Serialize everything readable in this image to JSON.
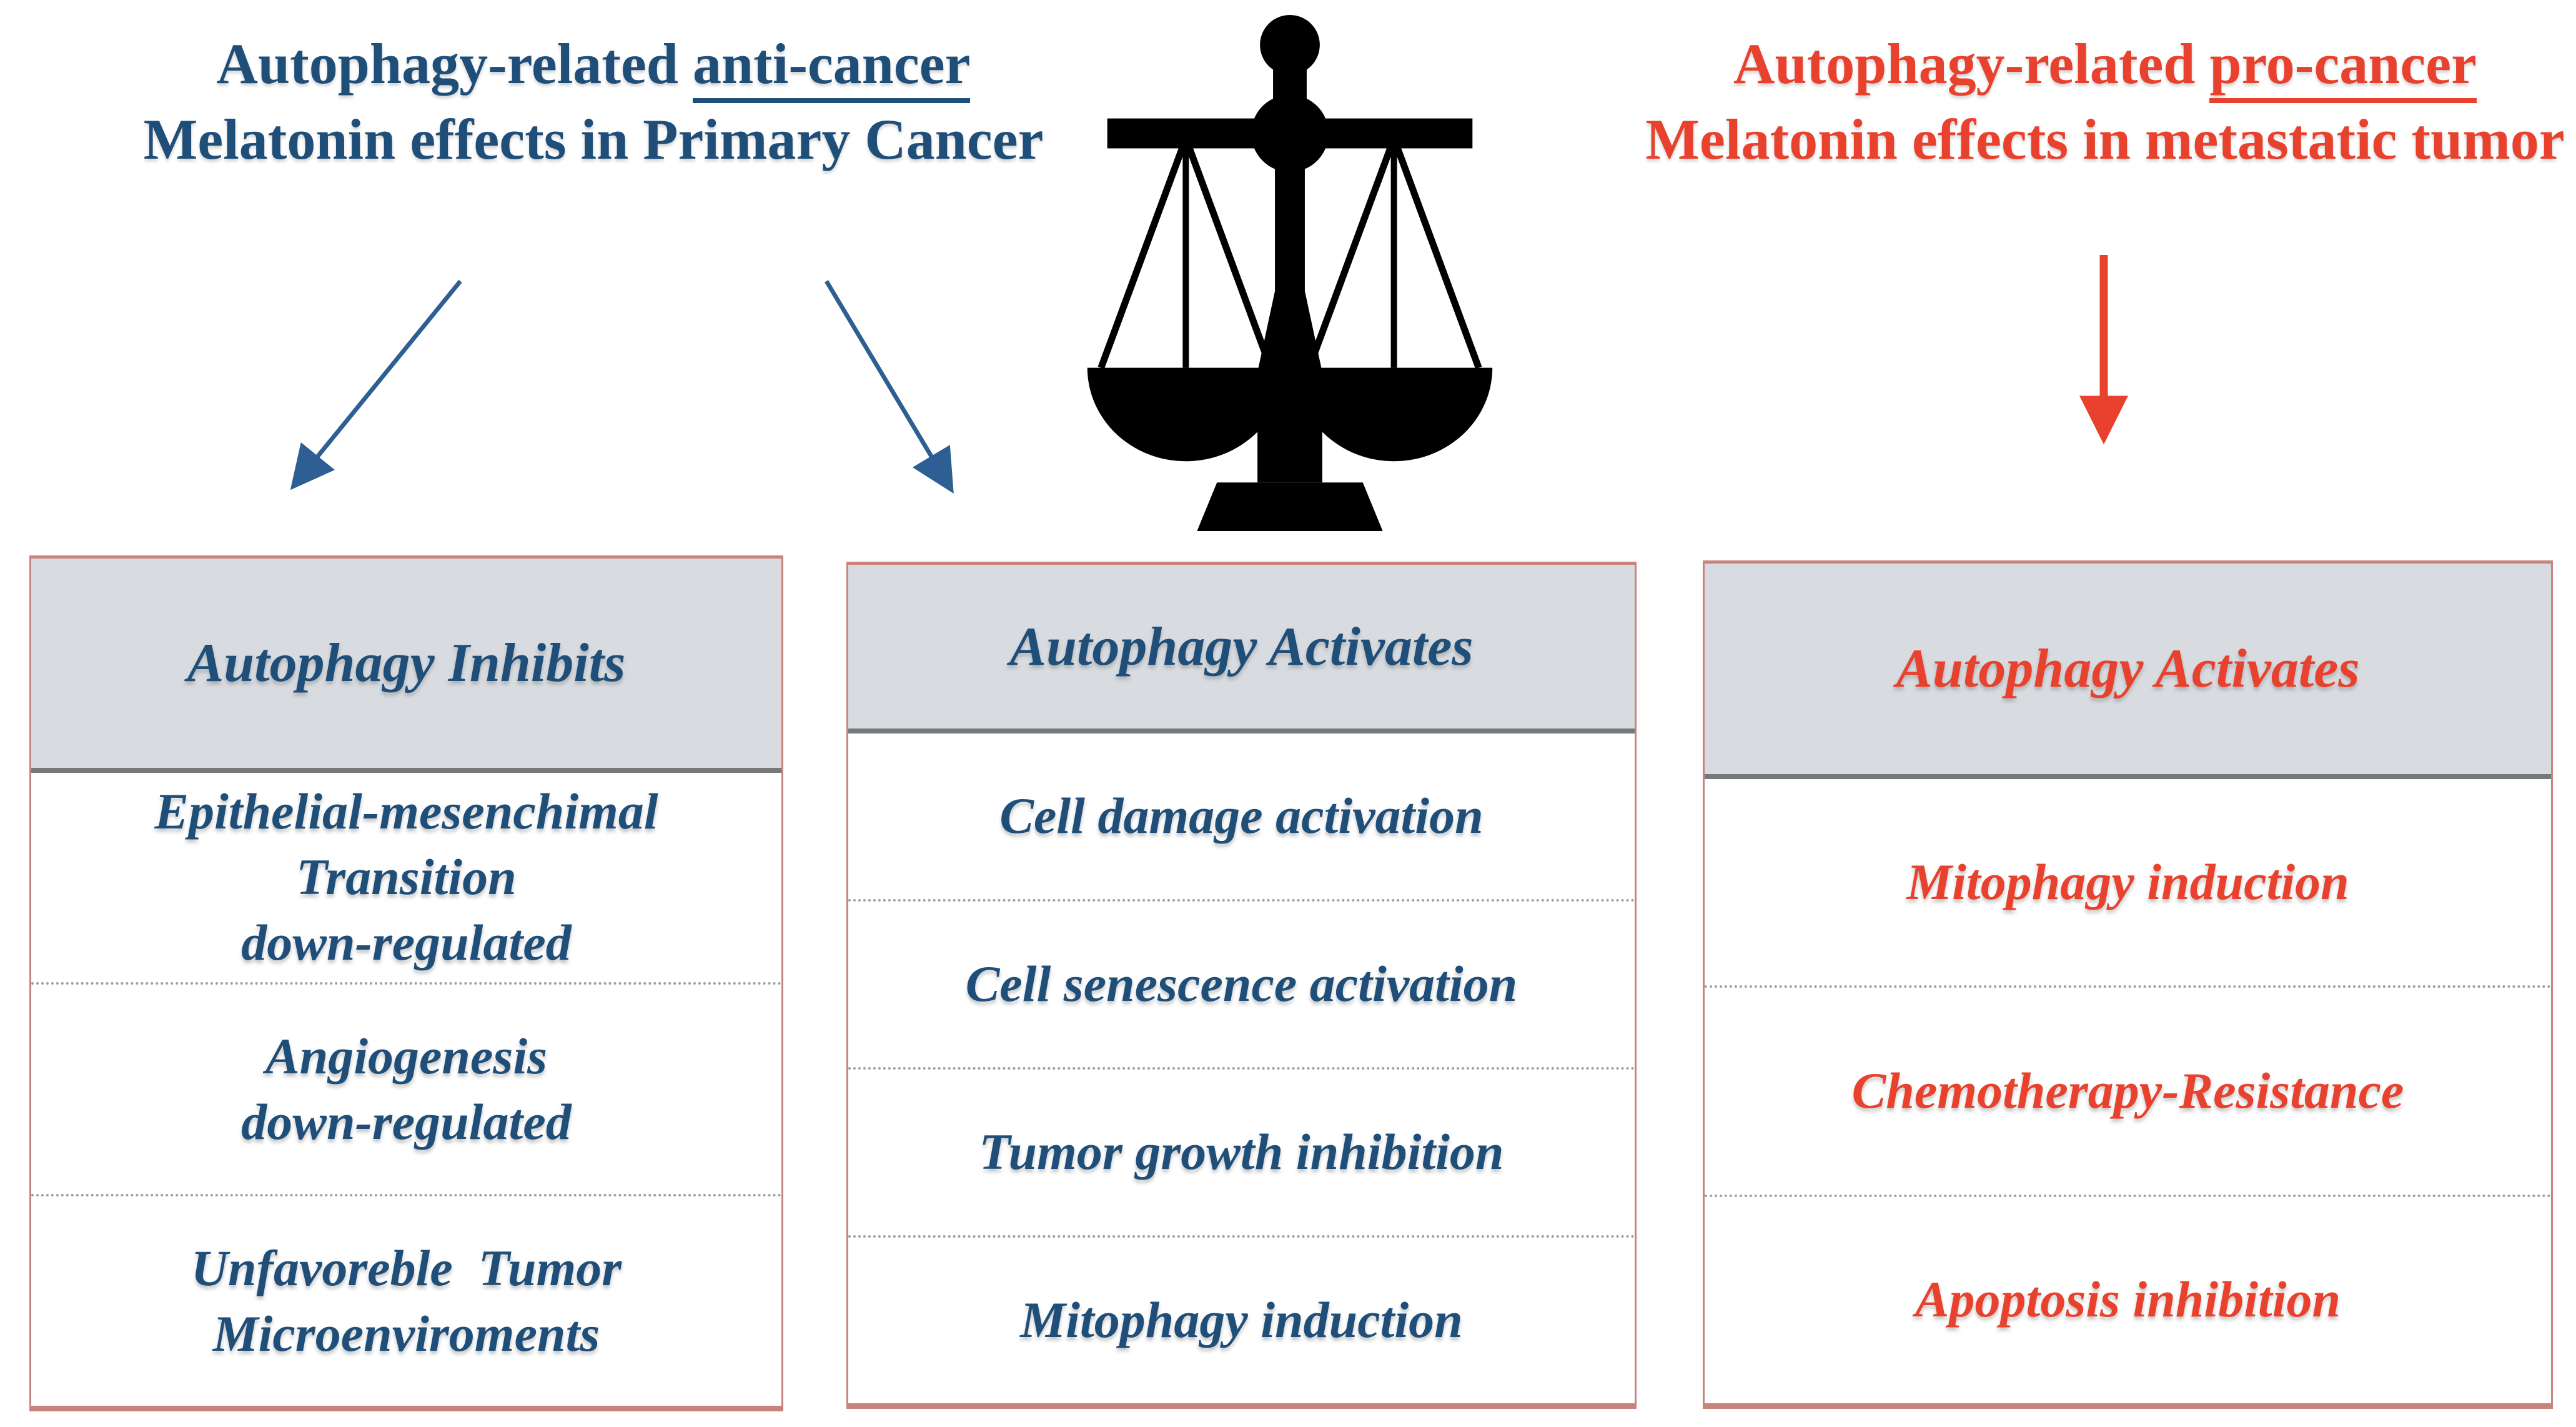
{
  "figure": {
    "description": "Balance diagram of autophagy-related melatonin effects in cancer",
    "background": "#ffffff"
  },
  "titles": {
    "left": {
      "line1_prefix": "Autophagy-related ",
      "line1_underline": "anti-cancer",
      "line2": "Melatonin effects in Primary Cancer",
      "color": "#1f4e79"
    },
    "right": {
      "line1_prefix": "Autophagy-related ",
      "line1_underline": "pro-cancer",
      "line2": "Melatonin effects in metastatic tumor",
      "color": "#e8412d"
    }
  },
  "icons": {
    "balance_scale": "balance-scale-icon",
    "balance_scale_color": "#000000",
    "left_blue_arrow": "down-left-arrow-icon",
    "center_blue_arrow": "down-right-arrow-icon",
    "right_red_arrow": "down-arrow-icon",
    "arrow_blue_color": "#2d5f94",
    "arrow_red_color": "#e8412d"
  },
  "columns": [
    {
      "header": "Autophagy Inhibits",
      "theme": "blue",
      "items": [
        "Epithelial-mesenchimal\nTransition\ndown-regulated",
        "Angiogenesis\ndown-regulated",
        "Unfavoreble  Tumor\nMicroenviroments"
      ]
    },
    {
      "header": "Autophagy Activates",
      "theme": "blue",
      "items": [
        "Cell damage activation",
        "Cell senescence activation",
        "Tumor growth inhibition",
        "Mitophagy induction"
      ]
    },
    {
      "header": "Autophagy Activates",
      "theme": "red",
      "items": [
        "Mitophagy induction",
        "Chemotherapy-Resistance",
        "Apoptosis inhibition"
      ]
    }
  ],
  "colors": {
    "navy_text": "#1f4e79",
    "red_text": "#e8412d",
    "arrow_blue": "#2d5f94",
    "header_bg": "#d8dce0",
    "header_rule": "#75797c",
    "box_border": "#ca827d",
    "dotted_rule": "#9aa0a5",
    "icon_black": "#000000"
  }
}
